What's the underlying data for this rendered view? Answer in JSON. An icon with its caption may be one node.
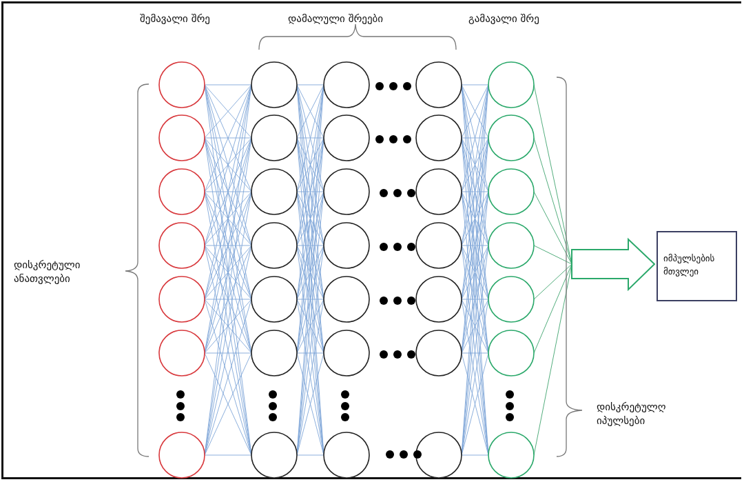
{
  "diagram": {
    "nodes": [
      {
        "text": [],
        "shape": "circle"
      },
      {
        "text": [],
        "shape": "circle"
      },
      {
        "text": [],
        "shape": "circle"
      },
      {
        "text": [],
        "shape": "circle"
      },
      {
        "text": [],
        "shape": "circle"
      },
      {
        "text": [],
        "shape": "circle"
      },
      {
        "text": [],
        "shape": "circle"
      },
      {
        "text": [],
        "shape": "circle"
      },
      {
        "text": [],
        "shape": "circle"
      },
      {
        "text": [],
        "shape": "circle"
      },
      {
        "text": [],
        "shape": "circle"
      },
      {
        "text": [],
        "shape": "circle"
      },
      {
        "text": [],
        "shape": "circle"
      },
      {
        "text": [],
        "shape": "circle"
      },
      {
        "text": [],
        "shape": "circle"
      },
      {
        "text": [],
        "shape": "circle"
      },
      {
        "text": [],
        "shape": "circle"
      },
      {
        "text": [],
        "shape": "circle"
      },
      {
        "text": [],
        "shape": "circle"
      },
      {
        "text": [],
        "shape": "circle"
      },
      {
        "text": [],
        "shape": "circle"
      },
      {
        "text": [],
        "shape": "circle"
      },
      {
        "text": [],
        "shape": "circle"
      },
      {
        "text": [],
        "shape": "circle"
      },
      {
        "text": [],
        "shape": "circle"
      },
      {
        "text": [],
        "shape": "circle"
      },
      {
        "text": [],
        "shape": "circle"
      },
      {
        "text": [],
        "shape": "circle"
      },
      {
        "text": [],
        "shape": "circle"
      },
      {
        "text": [],
        "shape": "circle"
      },
      {
        "text": [],
        "shape": "circle"
      },
      {
        "text": [],
        "shape": "circle"
      },
      {
        "text": [],
        "shape": "circle"
      },
      {
        "text": [],
        "shape": "circle"
      },
      {
        "text": [],
        "shape": "circle"
      },
      {
        "text": [],
        "shape": "arrow"
      },
      {
        "text": [
          "იმპულსების მთვლეი"
        ]
      }
    ],
    "edges": [
      {
        "from": 0,
        "to": 7,
        "arrow": "none"
      },
      {
        "from": 0,
        "to": 8,
        "arrow": "none"
      },
      {
        "from": 0,
        "to": 9,
        "arrow": "none"
      },
      {
        "from": 0,
        "to": 10,
        "arrow": "none"
      },
      {
        "from": 0,
        "to": 11,
        "arrow": "none"
      },
      {
        "from": 0,
        "to": 12,
        "arrow": "none"
      },
      {
        "from": 0,
        "to": 13,
        "arrow": "none"
      },
      {
        "from": 1,
        "to": 7,
        "arrow": "none"
      },
      {
        "from": 1,
        "to": 8,
        "arrow": "none"
      },
      {
        "from": 1,
        "to": 9,
        "arrow": "none"
      },
      {
        "from": 1,
        "to": 10,
        "arrow": "none"
      },
      {
        "from": 1,
        "to": 11,
        "arrow": "none"
      },
      {
        "from": 1,
        "to": 12,
        "arrow": "none"
      },
      {
        "from": 1,
        "to": 13,
        "arrow": "none"
      },
      {
        "from": 2,
        "to": 7,
        "arrow": "none"
      },
      {
        "from": 2,
        "to": 8,
        "arrow": "none"
      },
      {
        "from": 2,
        "to": 9,
        "arrow": "none"
      },
      {
        "from": 2,
        "to": 10,
        "arrow": "none"
      },
      {
        "from": 2,
        "to": 11,
        "arrow": "none"
      },
      {
        "from": 2,
        "to": 12,
        "arrow": "none"
      },
      {
        "from": 2,
        "to": 13,
        "arrow": "none"
      },
      {
        "from": 3,
        "to": 7,
        "arrow": "none"
      },
      {
        "from": 3,
        "to": 8,
        "arrow": "none"
      },
      {
        "from": 3,
        "to": 9,
        "arrow": "none"
      },
      {
        "from": 3,
        "to": 10,
        "arrow": "none"
      },
      {
        "from": 3,
        "to": 11,
        "arrow": "none"
      },
      {
        "from": 3,
        "to": 12,
        "arrow": "none"
      },
      {
        "from": 3,
        "to": 13,
        "arrow": "none"
      },
      {
        "from": 4,
        "to": 7,
        "arrow": "none"
      },
      {
        "from": 4,
        "to": 8,
        "arrow": "none"
      },
      {
        "from": 4,
        "to": 9,
        "arrow": "none"
      },
      {
        "from": 4,
        "to": 10,
        "arrow": "none"
      },
      {
        "from": 4,
        "to": 11,
        "arrow": "none"
      },
      {
        "from": 4,
        "to": 12,
        "arrow": "none"
      },
      {
        "from": 4,
        "to": 13,
        "arrow": "none"
      },
      {
        "from": 5,
        "to": 7,
        "arrow": "none"
      },
      {
        "from": 5,
        "to": 8,
        "arrow": "none"
      },
      {
        "from": 5,
        "to": 9,
        "arrow": "none"
      },
      {
        "from": 5,
        "to": 10,
        "arrow": "none"
      },
      {
        "from": 5,
        "to": 11,
        "arrow": "none"
      },
      {
        "from": 5,
        "to": 12,
        "arrow": "none"
      },
      {
        "from": 5,
        "to": 13,
        "arrow": "none"
      },
      {
        "from": 6,
        "to": 7,
        "arrow": "none"
      },
      {
        "from": 6,
        "to": 8,
        "arrow": "none"
      },
      {
        "from": 6,
        "to": 9,
        "arrow": "none"
      },
      {
        "from": 6,
        "to": 10,
        "arrow": "none"
      },
      {
        "from": 6,
        "to": 11,
        "arrow": "none"
      },
      {
        "from": 6,
        "to": 12,
        "arrow": "none"
      },
      {
        "from": 6,
        "to": 13,
        "arrow": "none"
      },
      {
        "from": 7,
        "to": 14,
        "arrow": "none"
      },
      {
        "from": 7,
        "to": 15,
        "arrow": "none"
      },
      {
        "from": 7,
        "to": 16,
        "arrow": "none"
      },
      {
        "from": 7,
        "to": 17,
        "arrow": "none"
      },
      {
        "from": 7,
        "to": 18,
        "arrow": "none"
      },
      {
        "from": 7,
        "to": 19,
        "arrow": "none"
      },
      {
        "from": 7,
        "to": 20,
        "arrow": "none"
      },
      {
        "from": 8,
        "to": 14,
        "arrow": "none"
      },
      {
        "from": 8,
        "to": 15,
        "arrow": "none"
      },
      {
        "from": 8,
        "to": 16,
        "arrow": "none"
      },
      {
        "from": 8,
        "to": 17,
        "arrow": "none"
      },
      {
        "from": 8,
        "to": 18,
        "arrow": "none"
      },
      {
        "from": 8,
        "to": 19,
        "arrow": "none"
      },
      {
        "from": 8,
        "to": 20,
        "arrow": "none"
      },
      {
        "from": 9,
        "to": 14,
        "arrow": "none"
      },
      {
        "from": 9,
        "to": 15,
        "arrow": "none"
      },
      {
        "from": 9,
        "to": 16,
        "arrow": "none"
      },
      {
        "from": 9,
        "to": 17,
        "arrow": "none"
      },
      {
        "from": 9,
        "to": 18,
        "arrow": "none"
      },
      {
        "from": 9,
        "to": 19,
        "arrow": "none"
      },
      {
        "from": 9,
        "to": 20,
        "arrow": "none"
      },
      {
        "from": 10,
        "to": 14,
        "arrow": "none"
      },
      {
        "from": 10,
        "to": 15,
        "arrow": "none"
      },
      {
        "from": 10,
        "to": 16,
        "arrow": "none"
      },
      {
        "from": 10,
        "to": 17,
        "arrow": "none"
      },
      {
        "from": 10,
        "to": 18,
        "arrow": "none"
      },
      {
        "from": 10,
        "to": 19,
        "arrow": "none"
      },
      {
        "from": 10,
        "to": 20,
        "arrow": "none"
      },
      {
        "from": 11,
        "to": 14,
        "arrow": "none"
      },
      {
        "from": 11,
        "to": 15,
        "arrow": "none"
      },
      {
        "from": 11,
        "to": 16,
        "arrow": "none"
      },
      {
        "from": 11,
        "to": 17,
        "arrow": "none"
      },
      {
        "from": 11,
        "to": 18,
        "arrow": "none"
      },
      {
        "from": 11,
        "to": 19,
        "arrow": "none"
      },
      {
        "from": 11,
        "to": 20,
        "arrow": "none"
      },
      {
        "from": 12,
        "to": 14,
        "arrow": "none"
      },
      {
        "from": 12,
        "to": 15,
        "arrow": "none"
      },
      {
        "from": 12,
        "to": 16,
        "arrow": "none"
      },
      {
        "from": 12,
        "to": 17,
        "arrow": "none"
      },
      {
        "from": 12,
        "to": 18,
        "arrow": "none"
      },
      {
        "from": 12,
        "to": 19,
        "arrow": "none"
      },
      {
        "from": 12,
        "to": 20,
        "arrow": "none"
      },
      {
        "from": 13,
        "to": 14,
        "arrow": "none"
      },
      {
        "from": 13,
        "to": 15,
        "arrow": "none"
      },
      {
        "from": 13,
        "to": 16,
        "arrow": "none"
      },
      {
        "from": 13,
        "to": 17,
        "arrow": "none"
      },
      {
        "from": 13,
        "to": 18,
        "arrow": "none"
      },
      {
        "from": 13,
        "to": 19,
        "arrow": "none"
      },
      {
        "from": 13,
        "to": 20,
        "arrow": "none"
      },
      {
        "from": 21,
        "to": 28,
        "arrow": "none"
      },
      {
        "from": 21,
        "to": 29,
        "arrow": "none"
      },
      {
        "from": 21,
        "to": 30,
        "arrow": "none"
      },
      {
        "from": 21,
        "to": 31,
        "arrow": "none"
      },
      {
        "from": 21,
        "to": 32,
        "arrow": "none"
      },
      {
        "from": 21,
        "to": 33,
        "arrow": "none"
      },
      {
        "from": 21,
        "to": 34,
        "arrow": "none"
      },
      {
        "from": 22,
        "to": 28,
        "arrow": "none"
      },
      {
        "from": 22,
        "to": 29,
        "arrow": "none"
      },
      {
        "from": 22,
        "to": 30,
        "arrow": "none"
      },
      {
        "from": 22,
        "to": 31,
        "arrow": "none"
      },
      {
        "from": 22,
        "to": 32,
        "arrow": "none"
      },
      {
        "from": 22,
        "to": 33,
        "arrow": "none"
      },
      {
        "from": 22,
        "to": 34,
        "arrow": "none"
      },
      {
        "from": 23,
        "to": 28,
        "arrow": "none"
      },
      {
        "from": 23,
        "to": 29,
        "arrow": "none"
      },
      {
        "from": 23,
        "to": 30,
        "arrow": "none"
      },
      {
        "from": 23,
        "to": 31,
        "arrow": "none"
      },
      {
        "from": 23,
        "to": 32,
        "arrow": "none"
      },
      {
        "from": 23,
        "to": 33,
        "arrow": "none"
      },
      {
        "from": 23,
        "to": 34,
        "arrow": "none"
      },
      {
        "from": 24,
        "to": 28,
        "arrow": "none"
      },
      {
        "from": 24,
        "to": 29,
        "arrow": "none"
      },
      {
        "from": 24,
        "to": 30,
        "arrow": "none"
      },
      {
        "from": 24,
        "to": 31,
        "arrow": "none"
      },
      {
        "from": 24,
        "to": 32,
        "arrow": "none"
      },
      {
        "from": 24,
        "to": 33,
        "arrow": "none"
      },
      {
        "from": 24,
        "to": 34,
        "arrow": "none"
      },
      {
        "from": 25,
        "to": 28,
        "arrow": "none"
      },
      {
        "from": 25,
        "to": 29,
        "arrow": "none"
      },
      {
        "from": 25,
        "to": 30,
        "arrow": "none"
      },
      {
        "from": 25,
        "to": 31,
        "arrow": "none"
      },
      {
        "from": 25,
        "to": 32,
        "arrow": "none"
      },
      {
        "from": 25,
        "to": 33,
        "arrow": "none"
      },
      {
        "from": 25,
        "to": 34,
        "arrow": "none"
      },
      {
        "from": 26,
        "to": 28,
        "arrow": "none"
      },
      {
        "from": 26,
        "to": 29,
        "arrow": "none"
      },
      {
        "from": 26,
        "to": 30,
        "arrow": "none"
      },
      {
        "from": 26,
        "to": 31,
        "arrow": "none"
      },
      {
        "from": 26,
        "to": 32,
        "arrow": "none"
      },
      {
        "from": 26,
        "to": 33,
        "arrow": "none"
      },
      {
        "from": 26,
        "to": 34,
        "arrow": "none"
      },
      {
        "from": 27,
        "to": 28,
        "arrow": "none"
      },
      {
        "from": 27,
        "to": 29,
        "arrow": "none"
      },
      {
        "from": 27,
        "to": 30,
        "arrow": "none"
      },
      {
        "from": 27,
        "to": 31,
        "arrow": "none"
      },
      {
        "from": 27,
        "to": 32,
        "arrow": "none"
      },
      {
        "from": 27,
        "to": 33,
        "arrow": "none"
      },
      {
        "from": 27,
        "to": 34,
        "arrow": "none"
      },
      {
        "from": 28,
        "to": 35,
        "arrow": "none",
        "color": "#3fa46e"
      },
      {
        "from": 29,
        "to": 35,
        "arrow": "none",
        "color": "#3fa46e"
      },
      {
        "from": 30,
        "to": 35,
        "arrow": "none",
        "color": "#3fa46e"
      },
      {
        "from": 31,
        "to": 35,
        "arrow": "none",
        "color": "#3fa46e"
      },
      {
        "from": 32,
        "to": 35,
        "arrow": "none",
        "color": "#3fa46e"
      },
      {
        "from": 33,
        "to": 35,
        "arrow": "none",
        "color": "#3fa46e"
      },
      {
        "from": 34,
        "to": 35,
        "arrow": "none",
        "color": "#3fa46e"
      }
    ],
    "labels": [
      "შემავალი შრე",
      "დამალული შრეები",
      "გამავალი შრე",
      "დისკრეტული ანათვლები",
      "დისკრეტულღ იპულსები"
    ]
  }
}
